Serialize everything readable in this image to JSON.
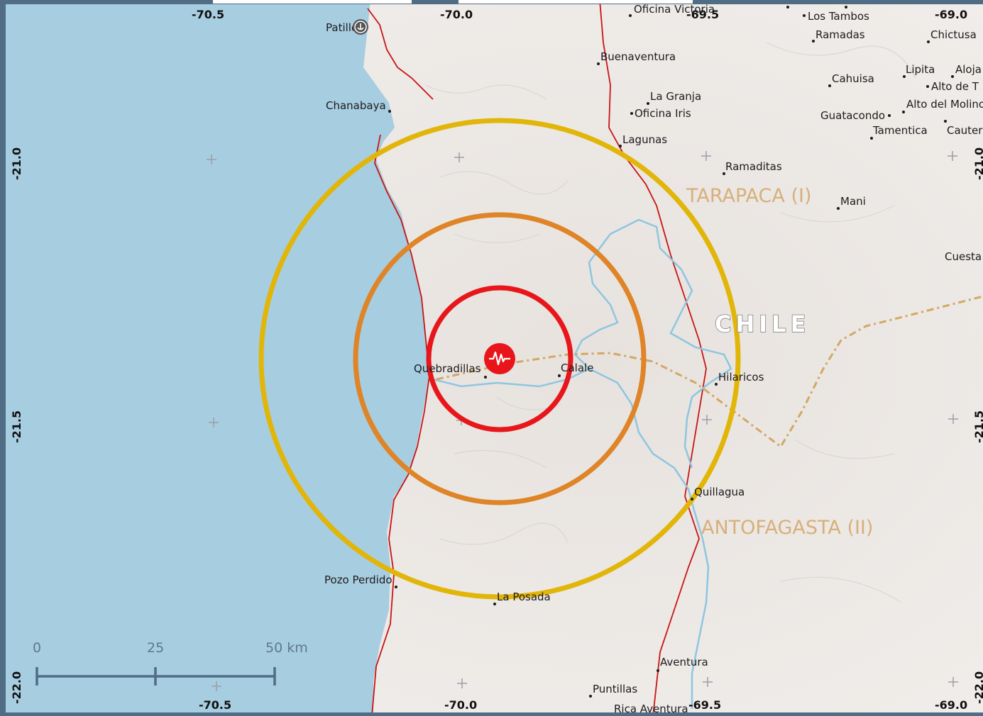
{
  "map": {
    "country_label": "CHILE",
    "region_labels": {
      "tarapaca": "TARAPACA (I)",
      "antofagasta": "ANTOFAGASTA (II)"
    },
    "places": {
      "patillos": "Patillos",
      "chanabaya": "Chanabaya",
      "quebradillas": "Quebradillas",
      "calale": "Calale",
      "pozo_perdido": "Pozo Perdido",
      "la_posada": "La Posada",
      "buenaventura": "Buenaventura",
      "la_granja": "La Granja",
      "oficina_iris": "Oficina Iris",
      "lagunas": "Lagunas",
      "ramaditas": "Ramaditas",
      "mani": "Mani",
      "hilaricos": "Hilaricos",
      "quillagua": "Quillagua",
      "aventura": "Aventura",
      "puntillas": "Puntillas",
      "rica_aventura": "Rica Aventura",
      "oficina_victoria": "Oficina Victoria",
      "los_tambos": "Los Tambos",
      "ramadas": "Ramadas",
      "chictusa": "Chictusa",
      "cahuisa": "Cahuisa",
      "lipita": "Lipita",
      "aloja": "Aloja",
      "alto_de_t": "Alto de T",
      "alto_del_molino": "Alto del Molino",
      "guatacondo": "Guatacondo",
      "tamentica": "Tamentica",
      "cauter": "Cauter",
      "cuesta": "Cuesta"
    },
    "longitude_labels": {
      "w705": "-70.5",
      "w700": "-70.0",
      "w695": "-69.5",
      "w690": "-69.0"
    },
    "latitude_labels": {
      "s210": "-21.0",
      "s215": "-21.5",
      "s220": "-22.0"
    },
    "scale_bar": {
      "tick0": "0",
      "tick25": "25",
      "tick50": "50 km"
    },
    "colors": {
      "ocean": "#a7cde0",
      "land": "#ede9e6",
      "ring_inner": "#e8161b",
      "ring_middle": "#df8427",
      "ring_outer": "#e2b509",
      "fault": "#c81414",
      "river": "#8ec6e0",
      "region_boundary": "#d2a865",
      "epicenter": "#e8161b",
      "frame": "#506d85"
    },
    "icons": {
      "epicenter": "seismogram-icon",
      "port": "anchor-icon"
    }
  }
}
